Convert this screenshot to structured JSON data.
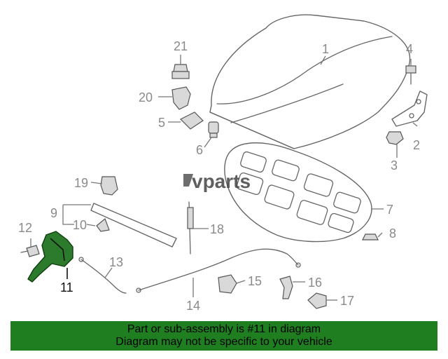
{
  "watermark": {
    "brand": "vparts"
  },
  "callouts": [
    {
      "id": "1",
      "label": "1"
    },
    {
      "id": "2",
      "label": "2"
    },
    {
      "id": "3",
      "label": "3"
    },
    {
      "id": "4",
      "label": "4"
    },
    {
      "id": "5",
      "label": "5"
    },
    {
      "id": "6",
      "label": "6"
    },
    {
      "id": "7",
      "label": "7"
    },
    {
      "id": "8",
      "label": "8"
    },
    {
      "id": "9",
      "label": "9"
    },
    {
      "id": "10",
      "label": "10"
    },
    {
      "id": "11",
      "label": "11",
      "highlighted": true
    },
    {
      "id": "12",
      "label": "12"
    },
    {
      "id": "13",
      "label": "13"
    },
    {
      "id": "14",
      "label": "14"
    },
    {
      "id": "15",
      "label": "15"
    },
    {
      "id": "16",
      "label": "16"
    },
    {
      "id": "17",
      "label": "17"
    },
    {
      "id": "18",
      "label": "18"
    },
    {
      "id": "19",
      "label": "19"
    },
    {
      "id": "20",
      "label": "20"
    },
    {
      "id": "21",
      "label": "21"
    }
  ],
  "banner": {
    "line1": "Part or sub-assembly is #11 in diagram",
    "line2": "Diagram may not be specific to your vehicle",
    "color": "#1f7e1f"
  },
  "colors": {
    "highlight_part": "#2c7a2c",
    "line": "#666666",
    "callout": "#8a8a8a"
  }
}
